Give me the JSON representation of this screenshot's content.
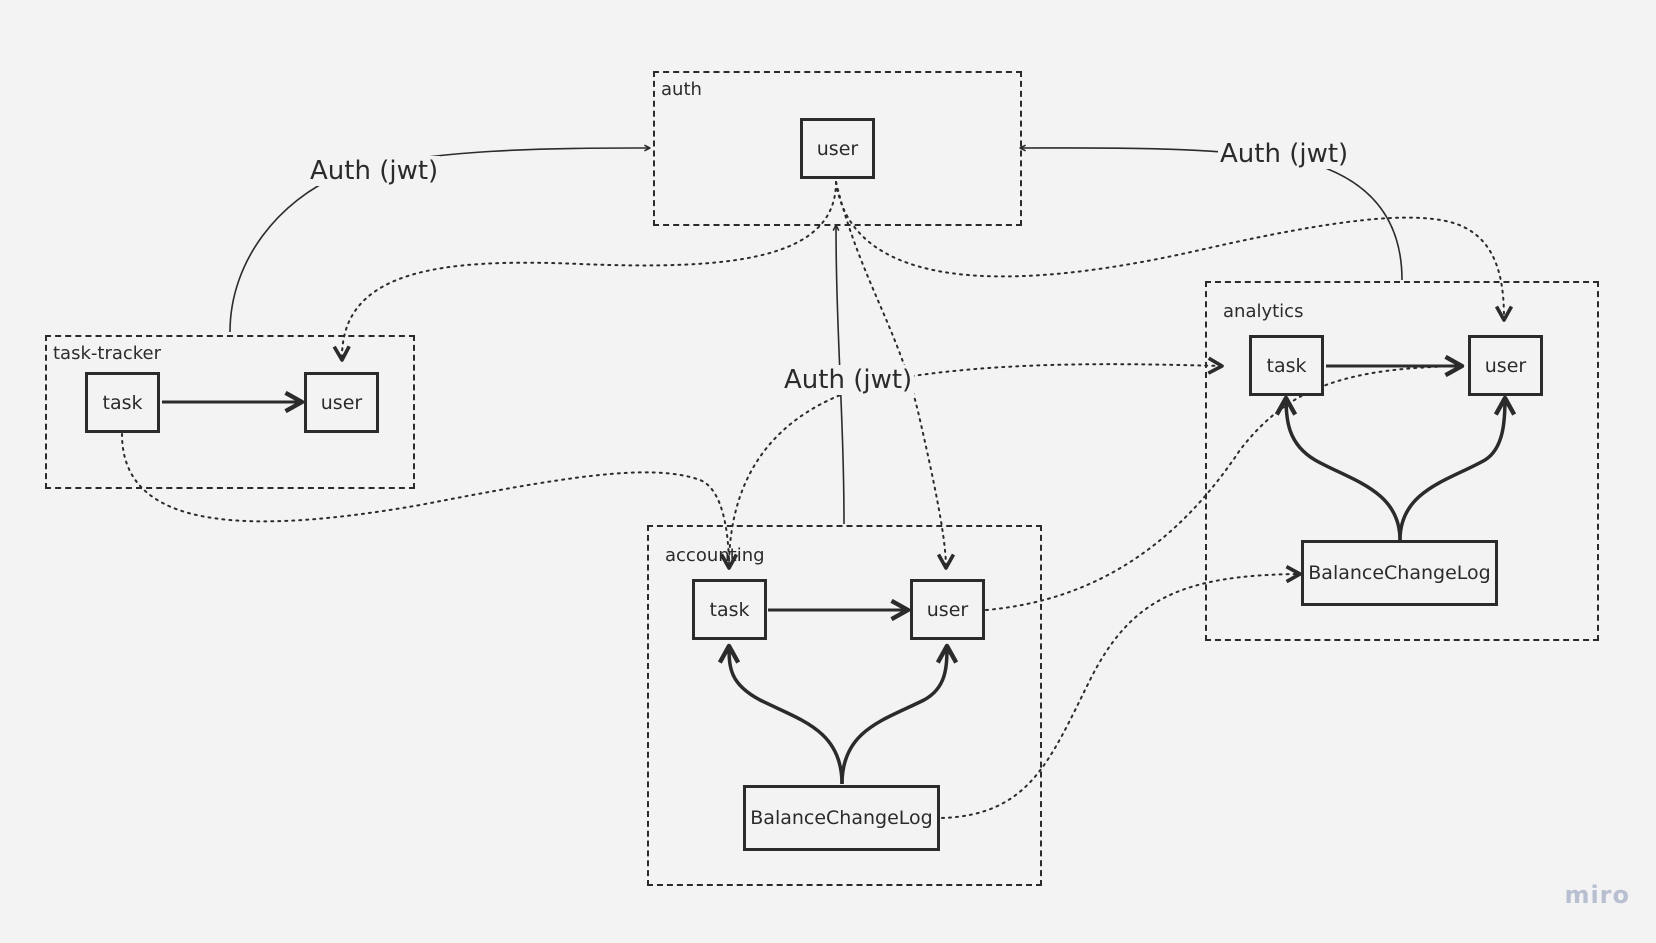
{
  "regions": {
    "auth": "auth",
    "task_tracker": "task-tracker",
    "accounting": "accounting",
    "analytics": "analytics"
  },
  "nodes": {
    "auth_user": "user",
    "tt_task": "task",
    "tt_user": "user",
    "acc_task": "task",
    "acc_user": "user",
    "acc_log": "BalanceChangeLog",
    "an_task": "task",
    "an_user": "user",
    "an_log": "BalanceChangeLog"
  },
  "edge_labels": {
    "tt_auth": "Auth (jwt)",
    "an_auth": "Auth (jwt)",
    "acc_auth": "Auth (jwt)"
  },
  "watermark": "miro",
  "colors": {
    "background": "#f3f3f3",
    "stroke": "#2b2b2b",
    "watermark": "#b8bfd0"
  }
}
